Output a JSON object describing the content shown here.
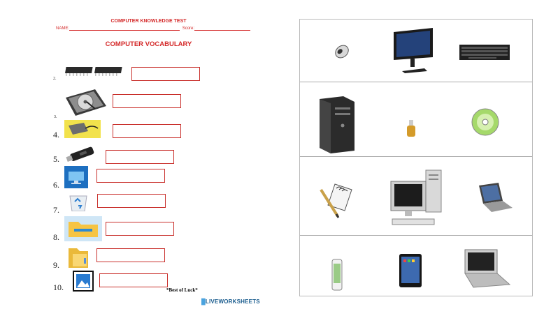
{
  "header": {
    "title": "COMPUTER KNOWLEDGE TEST",
    "name_label": "NAME:",
    "score_label": "Score:",
    "subtitle": "COMPUTER VOCABULARY"
  },
  "items": [
    {
      "number": "2.",
      "icon": "ram-chips-icon"
    },
    {
      "number": "3.",
      "icon": "hard-drive-icon"
    },
    {
      "number": "4.",
      "icon": "external-drive-icon"
    },
    {
      "number": "5.",
      "icon": "usb-flash-drive-icon"
    },
    {
      "number": "6.",
      "icon": "desktop-monitor-icon"
    },
    {
      "number": "7.",
      "icon": "recycle-bin-icon"
    },
    {
      "number": "8.",
      "icon": "file-explorer-icon"
    },
    {
      "number": "9.",
      "icon": "folder-icon"
    },
    {
      "number": "10.",
      "icon": "picture-icon"
    }
  ],
  "footer": {
    "luck": "*Best of Luck*",
    "brand_prefix": "█",
    "brand": "LIVEWORKSHEETS"
  },
  "gallery": [
    [
      "mouse-icon",
      "flat-monitor-icon",
      "keyboard-icon"
    ],
    [
      "system-unit-icon",
      "usb-stick-icon",
      "cd-disc-icon"
    ],
    [
      "notepad-pencil-icon",
      "desktop-computer-icon",
      "laptop-icon"
    ],
    [
      "mobile-phone-icon",
      "tablet-icon",
      "netbook-icon"
    ]
  ]
}
